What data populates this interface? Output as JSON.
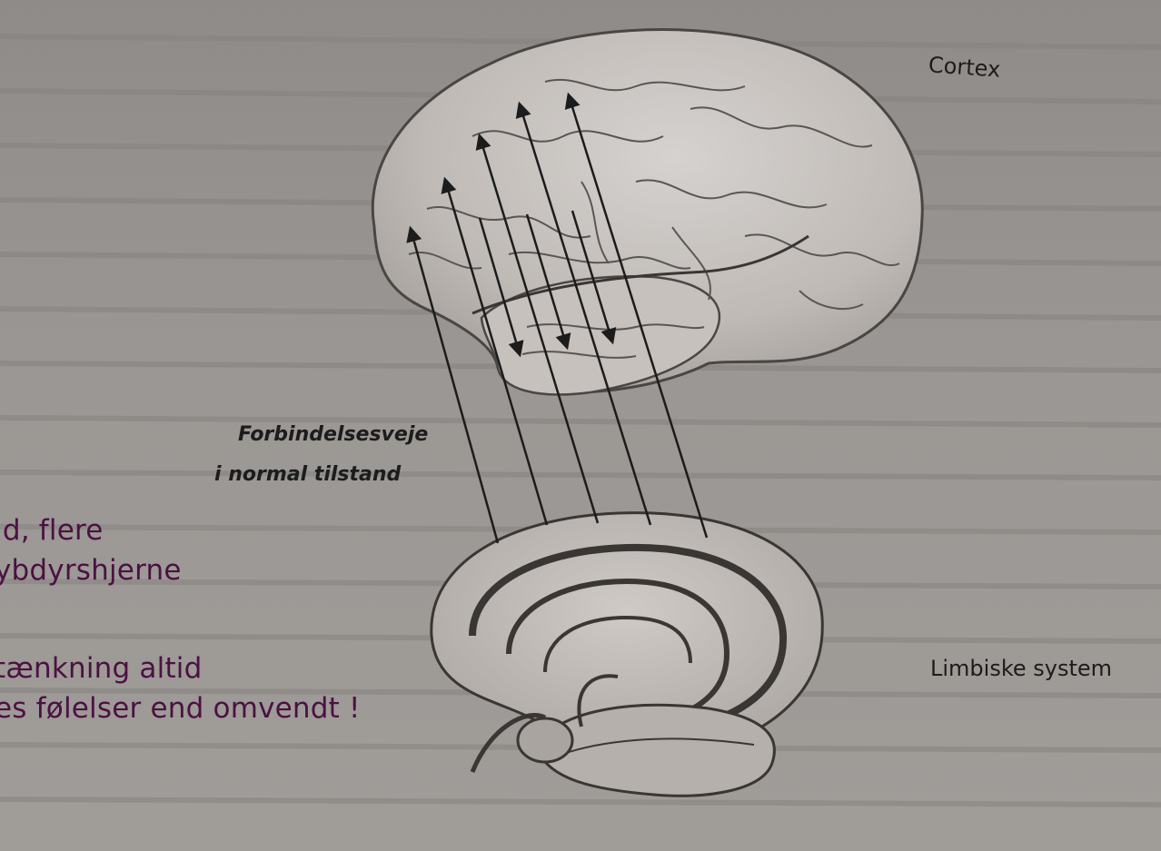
{
  "labels": {
    "cortex": "Cortex",
    "limbic": "Limbiske system",
    "caption_line1": "Forbindelsesveje",
    "caption_line2": "i normal tilstand"
  },
  "overlay_text": {
    "line1": "ld, flere",
    "line2": "ybdyrshjerne",
    "line3": "tænkning altid",
    "line4": "es følelser end omvendt !"
  },
  "colors": {
    "overlay_text": "#4b1142",
    "page": "#9b9794",
    "ink": "#1c1c1c"
  }
}
